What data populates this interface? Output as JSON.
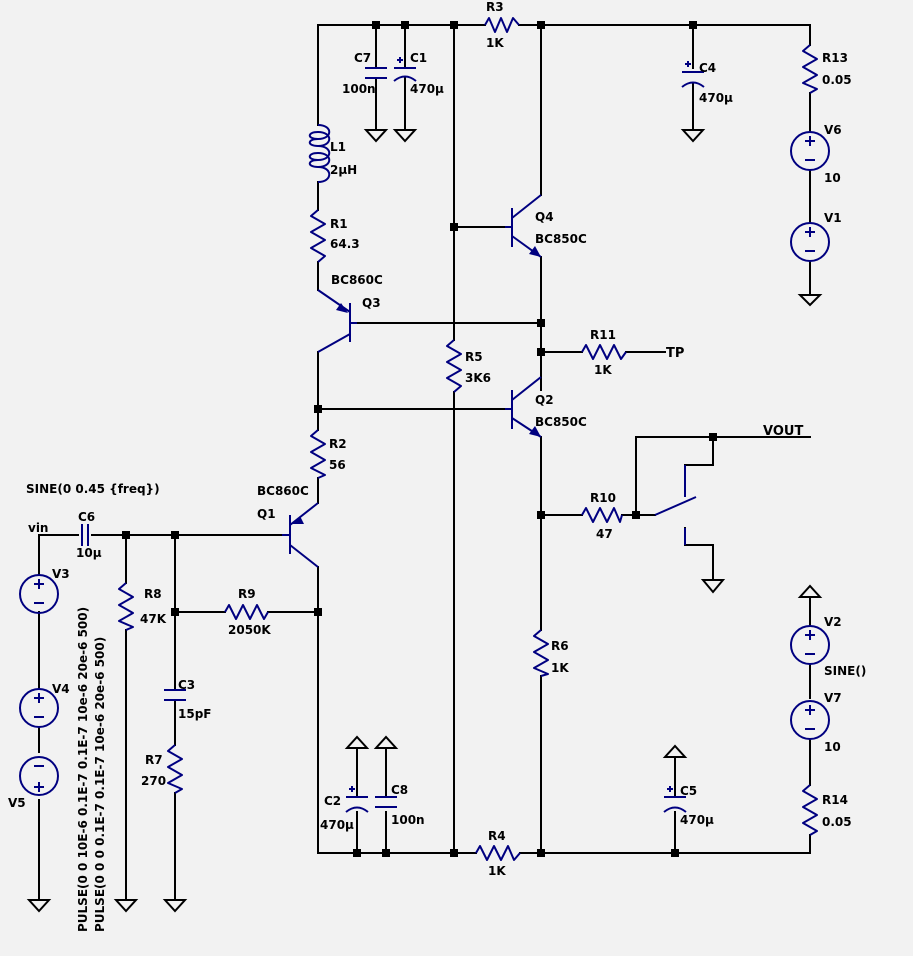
{
  "components": {
    "R3": {
      "ref": "R3",
      "value": "1K"
    },
    "R4": {
      "ref": "R4",
      "value": "1K"
    },
    "R5": {
      "ref": "R5",
      "value": "3K6"
    },
    "R6": {
      "ref": "R6",
      "value": "1K"
    },
    "R1": {
      "ref": "R1",
      "value": "64.3"
    },
    "R2": {
      "ref": "R2",
      "value": "56"
    },
    "R7": {
      "ref": "R7",
      "value": "270"
    },
    "R8": {
      "ref": "R8",
      "value": "47K"
    },
    "R9": {
      "ref": "R9",
      "value": "2050K"
    },
    "R10": {
      "ref": "R10",
      "value": "47"
    },
    "R11": {
      "ref": "R11",
      "value": "1K"
    },
    "R13": {
      "ref": "R13",
      "value": "0.05"
    },
    "R14": {
      "ref": "R14",
      "value": "0.05"
    },
    "C1": {
      "ref": "C1",
      "value": "470µ"
    },
    "C2": {
      "ref": "C2",
      "value": "470µ"
    },
    "C3": {
      "ref": "C3",
      "value": "15pF"
    },
    "C4": {
      "ref": "C4",
      "value": "470µ"
    },
    "C5": {
      "ref": "C5",
      "value": "470µ"
    },
    "C6": {
      "ref": "C6",
      "value": "10µ"
    },
    "C7": {
      "ref": "C7",
      "value": "100n"
    },
    "C8": {
      "ref": "C8",
      "value": "100n"
    },
    "L1": {
      "ref": "L1",
      "value": "2µH"
    },
    "Q1": {
      "ref": "Q1",
      "value": "BC860C"
    },
    "Q2": {
      "ref": "Q2",
      "value": "BC850C"
    },
    "Q3": {
      "ref": "Q3",
      "value": "BC860C"
    },
    "Q4": {
      "ref": "Q4",
      "value": "BC850C"
    },
    "V1": {
      "ref": "V1"
    },
    "V2": {
      "ref": "V2"
    },
    "V3": {
      "ref": "V3"
    },
    "V4": {
      "ref": "V4"
    },
    "V5": {
      "ref": "V5"
    },
    "V6": {
      "ref": "V6",
      "value": "10"
    },
    "V7": {
      "ref": "V7",
      "value": "10"
    }
  },
  "sources": {
    "v3_directive": "SINE(0 0.45 {freq})",
    "v2_value": "SINE()",
    "v4_value": "PULSE(0 0 10E-6 0.1E-7 0.1E-7 10e-6 20e-6 500)",
    "v5_value": "PULSE(0 0 0 0.1E-7 0.1E-7 10e-6 20e-6 500)"
  },
  "nets": {
    "vin": "vin",
    "vout": "VOUT",
    "tp": "TP"
  }
}
